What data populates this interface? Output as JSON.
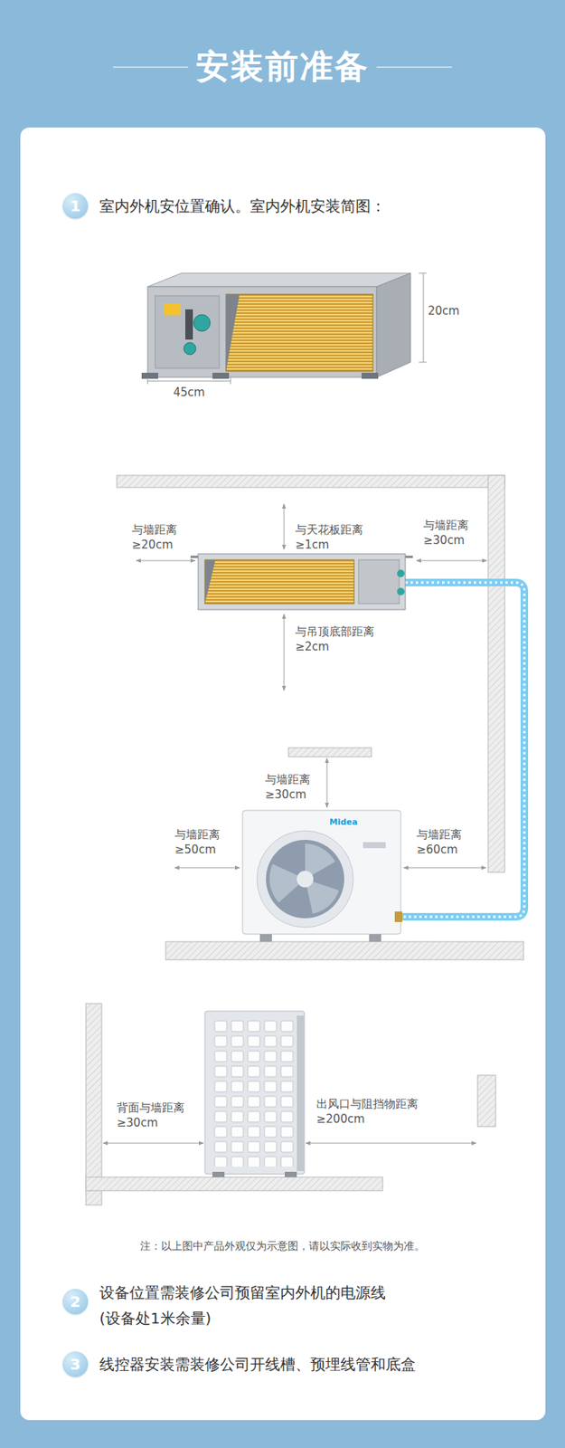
{
  "diagram": {
    "title": "安装前准备",
    "nodes": [
      {
        "text": [
          "1"
        ]
      },
      {
        "text": [
          "2"
        ]
      },
      {
        "text": [
          "3"
        ]
      }
    ],
    "labels": [
      "室内外机安位置确认。室内外机安装简图：",
      "20cm",
      "45cm",
      "与墙距离 ≥20cm",
      "与天花板距离 ≥1cm",
      "与墙距离 ≥30cm",
      "与吊顶底部距离 ≥2cm",
      "与墙距离 ≥30cm",
      "Midea",
      "与墙距离 ≥50cm",
      "与墙距离 ≥60cm",
      "背面与墙距离 ≥30cm",
      "出风口与阻挡物距离 ≥200cm",
      "注：以上图中产品外观仅为示意图，请以实际收到实物为准。",
      "设备位置需装修公司预留室内外机的电源线 (设备处1米余量)",
      "线控器安装需装修公司开线槽、预埋线管和底盒"
    ]
  }
}
